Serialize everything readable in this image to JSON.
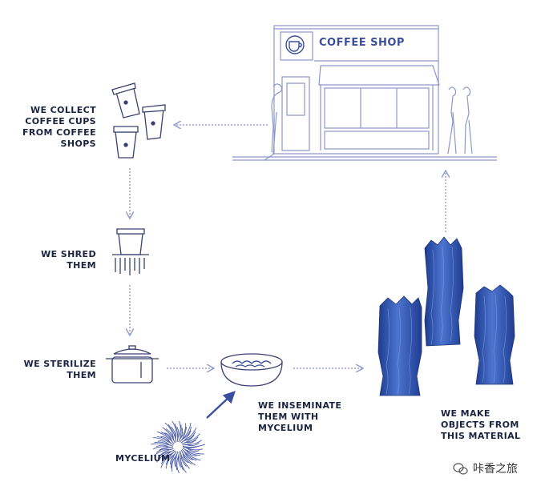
{
  "steps": {
    "collect": "WE COLLECT\nCOFFEE CUPS\nFROM COFFEE\nSHOPS",
    "shred": "WE SHRED\nTHEM",
    "sterilize": "WE STERILIZE\nTHEM",
    "inseminate": "WE INSEMINATE\nTHEM WITH\nMYCELIUM",
    "make": "WE MAKE\nOBJECTS FROM\nTHIS MATERIAL"
  },
  "mycelium_label": "MYCELIUM",
  "shop_sign": "COFFEE SHOP",
  "watermark": "咔香之旅",
  "icons": [
    "coffee-cup-icon",
    "shredder-icon",
    "pot-icon",
    "bowl-icon",
    "mycelium-icon",
    "vase-icon",
    "shop-icon",
    "wechat-icon"
  ],
  "colors": {
    "line": "#8d97c8",
    "arrow": "#9aa3d0",
    "dark_arrow": "#3a4fa0",
    "vase": "#3557b0",
    "text": "#1b2340"
  }
}
